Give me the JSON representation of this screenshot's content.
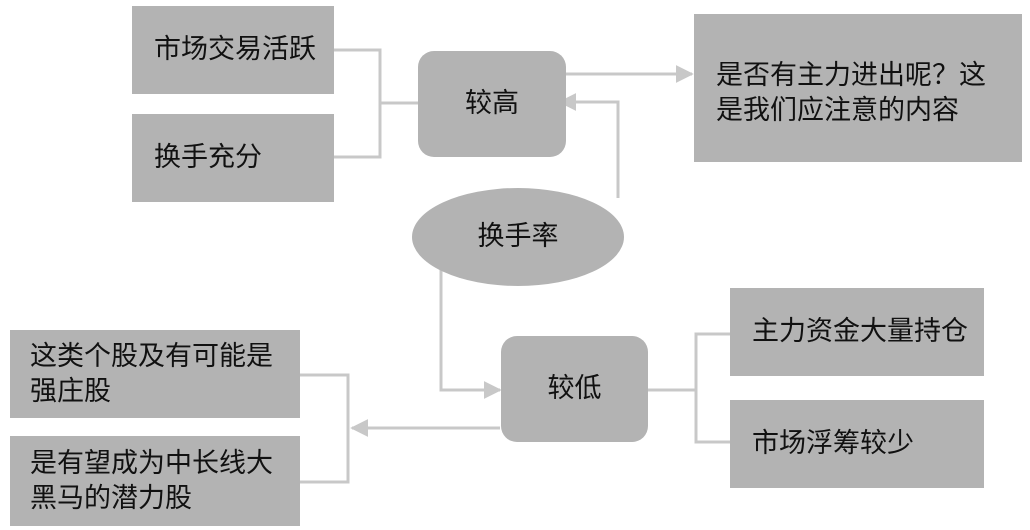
{
  "center": {
    "label": "换手率"
  },
  "high": {
    "label": "较高",
    "causes": [
      "市场交易活跃",
      "换手充分"
    ],
    "result": "是否有主力进出呢？这是我们应注意的内容"
  },
  "low": {
    "label": "较低",
    "causes": [
      "主力资金大量持仓",
      "市场浮筹较少"
    ],
    "results": [
      "这类个股及有可能是强庄股",
      "是有望成为中长线大黑马的潜力股"
    ]
  },
  "colors": {
    "box_fill": "#b3b3b3",
    "line": "#c8c8c8"
  }
}
